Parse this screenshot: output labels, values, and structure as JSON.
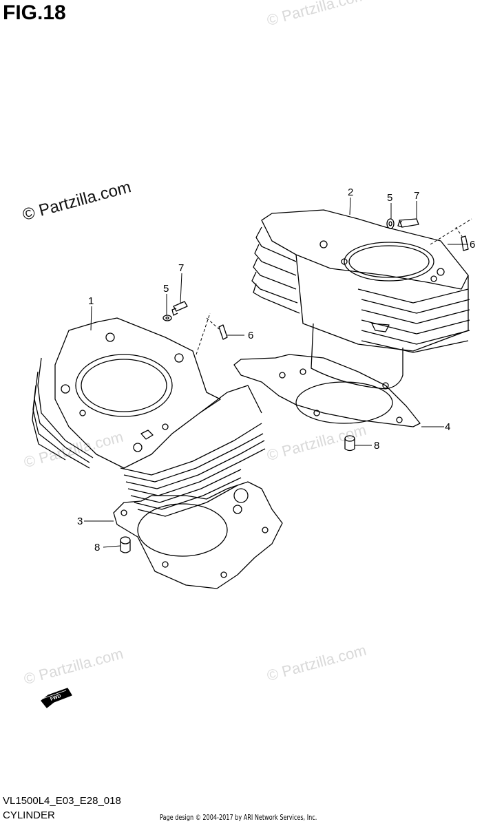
{
  "figure_title": "FIG.18",
  "watermark_main": "© Partzilla.com",
  "watermark_faint": "© Partzilla.com",
  "fwd_label": "FWD",
  "diagram_code": "VL1500L4_E03_E28_018",
  "diagram_name": "CYLINDER",
  "credit": "Page design © 2004-2017 by ARI Network Services, Inc.",
  "callouts": [
    "1",
    "2",
    "3",
    "4",
    "5",
    "6",
    "7",
    "8",
    "5",
    "6",
    "7",
    "8"
  ]
}
